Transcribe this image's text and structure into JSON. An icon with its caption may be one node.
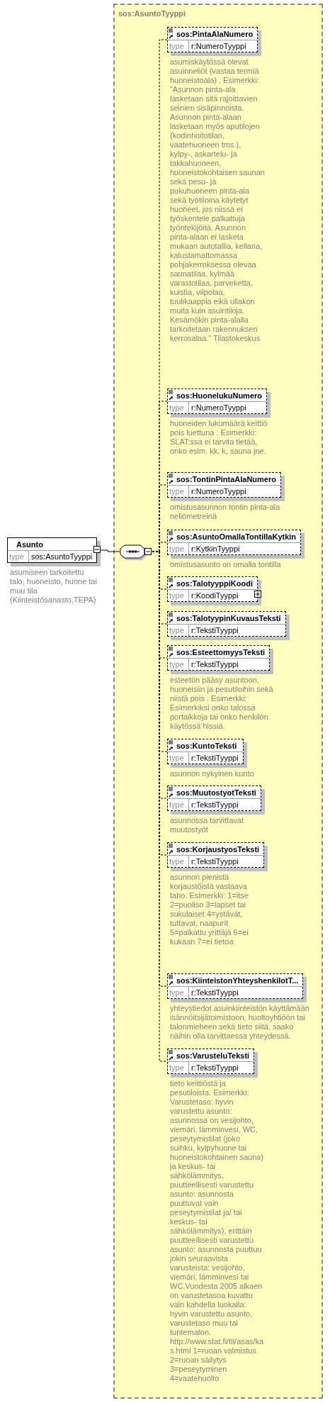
{
  "diagram": {
    "nodes": [
      {
        "text": [
          "sos:AsuntoTyyppi"
        ]
      },
      {
        "text": [
          "Asunto",
          "type",
          "sos:AsuntoTyyppi"
        ],
        "beside": [
          "asumiseen tarkoitettu talo, huoneisto, huone tai muu tila (Kiinteistösanasto,TEPA)"
        ]
      },
      {
        "text": [],
        "shape": "octagon",
        "in": 0
      },
      {
        "text": [
          "sos:PintaAlaNumero",
          "type",
          "r:NumeroTyyppi"
        ],
        "in": 0,
        "beside": [
          "asumiskäytössä olevat asuinneliöt (vastaa termiä huoneistoala) . Esimerkki: ”Asunnon pinta-ala lasketaan sitä rajoittavien seinien sisäpinnoista. Asunnon pinta-alaan lasketaan myös aputilojen (kodinhoitotilan, vaatehuoneen tms.), kylpy-, askartelu- ja takkahuoneen, huoneistokohtaisen saunan sekä pesu- ja pukuhuoneen pinta-ala sekä työtiloina käytetyt huoneet, jos niissä ei työskentele palkattuja työntekijöitä. Asunnon pinta-alaan ei lasketa mukaan autotallia, kellaria, kalustamattomassa pohjakerroksessa olevaa saunatilaa, kylmää varastotilaa, parveketta, kuistia, vilpolaa, tuulikaappia eikä ullakon muita kuin asuintiloja. Kesämökin pinta-alalla tarkoitetaan rakennuksen kerrosalaa.” Tilastokeskus"
        ]
      },
      {
        "text": [
          "sos:HuonelukuNumero",
          "type",
          "r:NumeroTyyppi"
        ],
        "in": 0,
        "beside": [
          "huoneiden lukumäärä keittiö pois luettuna . Esimerkki: SLAT:ssa ei tarvita tietää, onko esim. kk, k, sauna jne."
        ]
      },
      {
        "text": [
          "sos:TontinPintaAlaNumero",
          "type",
          "r:NumeroTyyppi"
        ],
        "in": 0,
        "beside": [
          "omistusasunnon tontin pinta-ala neliömetreinä"
        ]
      },
      {
        "text": [
          "sos:AsuntoOmallaTontillaKytkin",
          "type",
          "r:KytkinTyyppi"
        ],
        "in": 0,
        "beside": [
          "omistusasunto on omalla tontilla"
        ]
      },
      {
        "text": [
          "sos:TalotyyppiKoodi",
          "type",
          "r:KoodiTyyppi"
        ],
        "in": 0
      },
      {
        "text": [
          "sos:TalotyypinKuvausTeksti",
          "type",
          "r:TekstiTyyppi"
        ],
        "in": 0
      },
      {
        "text": [
          "sos:EsteettomyysTeksti",
          "type",
          "r:TekstiTyyppi"
        ],
        "in": 0,
        "beside": [
          "esteetön pääsy asuntoon, huoneisiin ja pesutiloihin sekä niistä pois . Esimerkki: Esimerkiksi onko talossa portaikkoja tai onko henkilön käytössä hissiä."
        ]
      },
      {
        "text": [
          "sos:KuntoTeksti",
          "type",
          "r:TekstiTyyppi"
        ],
        "in": 0,
        "beside": [
          "asunnon nykyinen kunto"
        ]
      },
      {
        "text": [
          "sos:MuutostyotTeksti",
          "type",
          "r:TekstiTyyppi"
        ],
        "in": 0,
        "beside": [
          "asunnossa tarvittavat muutostyöt"
        ]
      },
      {
        "text": [
          "sos:KorjaustyosTeksti",
          "type",
          "r:TekstiTyyppi"
        ],
        "in": 0,
        "beside": [
          "asunnon pienistä korjaustöistä vastaava taho. Esimerkki: 1=itse 2=puoliso 3=lapset tai sukulaiset 4=ystävät, tuttavat, naapurit 5=palkattu yrittäjä 6=ei kukaan 7=ei tietoa"
        ]
      },
      {
        "text": [
          "sos:KiinteistonYhteyshenkilotT...",
          "type",
          "r:TekstiTyyppi"
        ],
        "in": 0,
        "beside": [
          "yhteystiedot asuinkiinteistön käyttämään isännöitsijätoimistoon, huoltoyhtiöön tai talonmieheen sekä tieto siitä, saako näihin olla tarvittaessa yhteydessä."
        ]
      },
      {
        "text": [
          "sos:VarusteluTeksti",
          "type",
          "r:TekstiTyyppi"
        ],
        "in": 0,
        "beside": [
          "tieto keittiöstä ja pesutiloista. Esimerkki: Varustetaso: hyvin varustettu asunto: asunnossa on vesijohto, viemäri, lämminvesi, WC, peseytymistilat (joko suihku, kylpyhuone tai huoneistokohtainen sauna) ja keskus- tai sähkölämmitys, puutteellisesti varustettu asunto: asunnosta puuttuvat vain peseytymistilat ja/ tai keskus- tai sähkölämmitys), erittäin puutteellisesti varustettu asunto: asunnosta puuttuu jokin seuraavista varusteista: vesijohto, viemäri, lämminvesi tai WC.Vuodesta 2005 alkaen on varustetasoa kuvattu vain kahdella luokalla: hyvin varustettu asunto, varustetaso muu tai tuntematon. http://www.stat.fi/til/asas/kas.html 1=ruoan valmistus 2=ruoan säilytys 3=peseytyminen 4=vaatehuolto"
        ]
      }
    ],
    "edges": [
      {
        "from": 1,
        "to": 2,
        "arrow": "none"
      },
      {
        "from": 2,
        "to": 3,
        "arrow": "none",
        "style": "dashed"
      },
      {
        "from": 2,
        "to": 4,
        "arrow": "none",
        "style": "dashed"
      },
      {
        "from": 2,
        "to": 5,
        "arrow": "none",
        "style": "dashed"
      },
      {
        "from": 2,
        "to": 6,
        "arrow": "none",
        "style": "dashed"
      },
      {
        "from": 2,
        "to": 7,
        "arrow": "none",
        "style": "dashed"
      },
      {
        "from": 2,
        "to": 8,
        "arrow": "none",
        "style": "dashed"
      },
      {
        "from": 2,
        "to": 9,
        "arrow": "none",
        "style": "dashed"
      },
      {
        "from": 2,
        "to": 10,
        "arrow": "none",
        "style": "dashed"
      },
      {
        "from": 2,
        "to": 11,
        "arrow": "none",
        "style": "dashed"
      },
      {
        "from": 2,
        "to": 12,
        "arrow": "none",
        "style": "dashed"
      },
      {
        "from": 2,
        "to": 13,
        "arrow": "none",
        "style": "dashed"
      },
      {
        "from": 2,
        "to": 14,
        "arrow": "none",
        "style": "dashed"
      }
    ]
  }
}
